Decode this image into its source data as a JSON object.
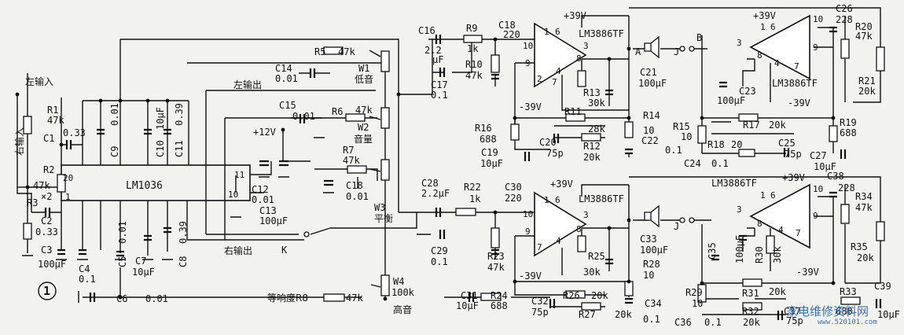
{
  "figure_number": "1",
  "ic": {
    "name": "LM1036",
    "pins": [
      "20",
      "1",
      "11",
      "10"
    ]
  },
  "ports": {
    "left_in": "左输入",
    "right_in": "右输入",
    "left_out": "左输出",
    "right_out": "右输出",
    "supply": "+12V",
    "pos_supply": "+39V",
    "neg_supply": "-39V"
  },
  "pots": [
    {
      "ref": "W1",
      "name": "低音"
    },
    {
      "ref": "W2",
      "name": "音量"
    },
    {
      "ref": "W3",
      "name": "平衡"
    },
    {
      "ref": "W4",
      "value": "100k",
      "name": "高音"
    }
  ],
  "amps": [
    {
      "name": "LM3886TF",
      "pins": [
        "1",
        "6",
        "10",
        "9",
        "3",
        "8",
        "4",
        "2",
        "7"
      ]
    },
    {
      "name": "LM3886TF",
      "pins": [
        "1",
        "6",
        "10",
        "9",
        "3",
        "8",
        "4",
        "7"
      ]
    },
    {
      "name": "LM3886TF",
      "pins": [
        "1",
        "6",
        "10",
        "9",
        "3",
        "8",
        "4",
        "7"
      ]
    },
    {
      "name": "LM3886TF",
      "pins": [
        "1",
        "6",
        "10",
        "9",
        "3",
        "8",
        "4",
        "7"
      ]
    }
  ],
  "nodes": {
    "a": "A",
    "b": "B",
    "j1": "J",
    "j2": "J",
    "k": "K"
  },
  "components": {
    "R1": "R1",
    "R1v": "47k",
    "R2": "R2",
    "R2v": "47k",
    "R3": "R3",
    "R3v": "×2",
    "C1": "C1",
    "C1v": "0.33",
    "C2": "C2",
    "C2v": "0.33",
    "C3": "C3",
    "C3v": "100μF",
    "C4": "C4",
    "C4v": "0.1",
    "C5": "C5",
    "C5v": "0.01",
    "C6": "C6",
    "C6v": "0.01",
    "C7": "C7",
    "C7v": "10μF",
    "C8": "C8",
    "C8v": "0.39",
    "C9": "C9",
    "C9v": "0.01",
    "C10": "C10",
    "C10v": "10μF",
    "C11": "C11",
    "C11v": "0.39",
    "C12": "C12",
    "C12v": "0.01",
    "C13": "C13",
    "C13v": "100μF",
    "C14": "C14",
    "C14v": "0.01",
    "C15": "C15",
    "C15v": "0.01",
    "C16": "C16",
    "C16v1": "2.2",
    "C16v2": "μF",
    "C17": "C17",
    "C17v": "0.1",
    "C18": "C18",
    "C18v": "0.01",
    "C18b": "C18",
    "C18bv": "220",
    "C19": "C19",
    "C19v": "10μF",
    "C20": "C20",
    "C20v": "75p",
    "C21": "C21",
    "C21v": "100μF",
    "C22": "C22",
    "C22v": "0.1",
    "C23": "C23",
    "C23v": "100μF",
    "C24": "C24",
    "C24v": "0.1",
    "C25": "C25",
    "C25v": "75p",
    "C26": "C26",
    "C26v": "228",
    "C27": "C27",
    "C27v": "10μF",
    "C28": "C28",
    "C28v": "2.2μF",
    "C29": "C29",
    "C29v": "0.1",
    "C30": "C30",
    "C30v": "220",
    "C31": "C31",
    "C31v": "10μF",
    "C32": "C32",
    "C32v": "75p",
    "C33": "C33",
    "C33v": "100μF",
    "C34": "C34",
    "C34v": "0.1",
    "C35": "C35",
    "C35v": "100μF",
    "C36": "C36",
    "C36v": "0.1",
    "C37": "C37",
    "C37v": "75p",
    "C38": "C38",
    "C38v": "228",
    "C39": "C39",
    "C39v": "10μF",
    "R5": "R5",
    "R5v": "47k",
    "R6": "R6",
    "R6v": "47k",
    "R7": "R7",
    "R7v": "47k",
    "R8": "等响度R8",
    "R8v": "47k",
    "R9": "R9",
    "R9v": "1k",
    "R10": "R10",
    "R10v": "47k",
    "R11": "R11",
    "R11v": "28k",
    "R12": "R12",
    "R12v": "20k",
    "R13": "R13",
    "R13v": "30k",
    "R14": "R14",
    "R14v": "10",
    "R15": "R15",
    "R15v": "10",
    "R16": "R16",
    "R16v": "688",
    "R17": "R17",
    "R17v": "20k",
    "R18": "R18",
    "R18v": "20",
    "R19": "R19",
    "R19v": "688",
    "R20": "R20",
    "R20v": "47k",
    "R21": "R21",
    "R21v": "20k",
    "R22": "R22",
    "R22v": "1k",
    "R23": "R23",
    "R23v": "47k",
    "R24": "R24",
    "R24v": "688",
    "R25": "R25",
    "R25v": "30k",
    "R26": "R26",
    "R26v": "20k",
    "R27": "R27",
    "R27v": "20k",
    "R28": "R28",
    "R28v": "10",
    "R29": "R29",
    "R29v": "10",
    "R30": "R30",
    "R30v": "30k",
    "R31": "R31",
    "R31v": "20k",
    "R32": "R32",
    "R32v": "20k",
    "R33": "R33",
    "R33v": "688",
    "R34": "R34",
    "R34v": "47k",
    "R35": "R35",
    "R35v": "20k"
  },
  "watermark": {
    "text": "家电维修资料网",
    "url": "www.520101.com"
  }
}
